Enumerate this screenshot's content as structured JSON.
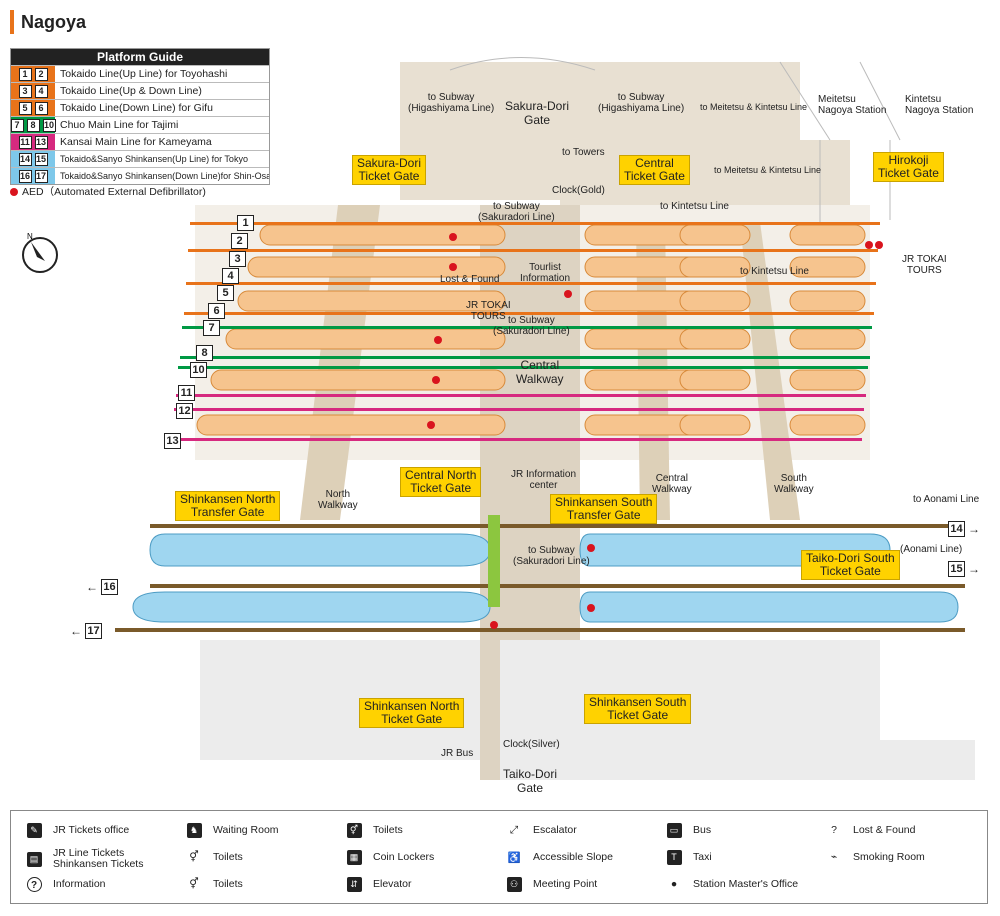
{
  "title": "Nagoya",
  "guide": {
    "header": "Platform Guide",
    "rows": [
      {
        "nums": [
          "1",
          "2"
        ],
        "color": "#e8731a",
        "text": "Tokaido Line(Up Line) for Toyohashi"
      },
      {
        "nums": [
          "3",
          "4"
        ],
        "color": "#e8731a",
        "text": "Tokaido Line(Up & Down Line)"
      },
      {
        "nums": [
          "5",
          "6"
        ],
        "color": "#e8731a",
        "text": "Tokaido Line(Down Line) for Gifu"
      },
      {
        "nums": [
          "7",
          "8",
          "10"
        ],
        "color": "#009944",
        "text": "Chuo Main Line for Tajimi"
      },
      {
        "nums": [
          "11",
          "13"
        ],
        "color": "#d6297f",
        "text": "Kansai Main Line for Kameyama"
      },
      {
        "nums": [
          "14",
          "15"
        ],
        "color": "#7ec8ea",
        "text": "Tokaido&Sanyo Shinkansen(Up Line) for Tokyo"
      },
      {
        "nums": [
          "16",
          "17"
        ],
        "color": "#7ec8ea",
        "text": "Tokaido&Sanyo Shinkansen(Down Line)for Shin-Osaka"
      }
    ],
    "aed": "AED（Automated External Defibrillator)"
  },
  "gates": {
    "sakura": "Sakura-Dori\nTicket Gate",
    "central": "Central\nTicket Gate",
    "hirokoji": "Hirokoji\nTicket Gate",
    "central_north": "Central North\nTicket Gate",
    "shin_north_transfer": "Shinkansen North\nTransfer Gate",
    "shin_south_transfer": "Shinkansen South\nTransfer Gate",
    "taiko_south": "Taiko-Dori South\nTicket Gate",
    "shin_north": "Shinkansen North\nTicket Gate",
    "shin_south": "Shinkansen South\nTicket Gate"
  },
  "labels": {
    "sakura_gate": "Sakura-Dori\nGate",
    "subway_higashi_l": "to Subway\n(Higashiyama Line)",
    "subway_higashi_r": "to Subway\n(Higashiyama Line)",
    "meitetsu_kintetsu_top": "to Meitetsu & Kintetsu Line",
    "meitetsu_station": "Meitetsu\nNagoya Station",
    "kintetsu_station": "Kintetsu\nNagoya Station",
    "to_towers": "to Towers",
    "clock_gold": "Clock(Gold)",
    "meitetsu_kintetsu_mid": "to Meitetsu & Kintetsu Line",
    "to_kintetsu": "to Kintetsu Line",
    "subway_sakuradori_top": "to Subway\n(Sakuradori Line)",
    "tourist_info": "Tourlist\nInformation",
    "lost_found": "Lost & Found",
    "jr_tokai_tours_c": "JR TOKAI\nTOURS",
    "jr_tokai_tours_r": "JR TOKAI\nTOURS",
    "to_kintetsu_line": "to Kintetsu Line",
    "subway_sakuradori_mid": "to Subway\n(Sakuradori Line)",
    "central_walkway": "Central\nWalkway",
    "north_walkway": "North\nWalkway",
    "central_walkway_r": "Central\nWalkway",
    "south_walkway": "South\nWalkway",
    "jr_info_center": "JR Information\ncenter",
    "to_aonami": "to Aonami Line",
    "aonami": "(Aonami Line)",
    "subway_sakuradori_low": "to Subway\n(Sakuradori Line)",
    "clock_silver": "Clock(Silver)",
    "jr_bus": "JR Bus",
    "taiko_gate": "Taiko-Dori\nGate"
  },
  "platform_numbers": [
    "1",
    "2",
    "3",
    "4",
    "5",
    "6",
    "7",
    "8",
    "10",
    "11",
    "12",
    "13",
    "14",
    "15",
    "16",
    "17"
  ],
  "legend": [
    {
      "icon": "jr-tickets-office-icon",
      "label": "JR Tickets office"
    },
    {
      "icon": "waiting-room-icon",
      "label": "Waiting Room"
    },
    {
      "icon": "toilets-icon",
      "label": "Toilets"
    },
    {
      "icon": "escalator-icon",
      "label": "Escalator"
    },
    {
      "icon": "bus-icon",
      "label": "Bus"
    },
    {
      "icon": "lost-found-icon",
      "label": "Lost & Found"
    },
    {
      "icon": "jr-line-tickets-icon",
      "label": "JR Line Tickets\nShinkansen Tickets"
    },
    {
      "icon": "toilets-colored-icon",
      "label": "Toilets"
    },
    {
      "icon": "coin-lockers-icon",
      "label": "Coin Lockers"
    },
    {
      "icon": "accessible-slope-icon",
      "label": "Accessible Slope"
    },
    {
      "icon": "taxi-icon",
      "label": "Taxi"
    },
    {
      "icon": "smoking-room-icon",
      "label": "Smoking Room"
    },
    {
      "icon": "information-icon",
      "label": "Information"
    },
    {
      "icon": "toilets-accessible-icon",
      "label": "Toilets"
    },
    {
      "icon": "elevator-icon",
      "label": "Elevator"
    },
    {
      "icon": "meeting-point-icon",
      "label": "Meeting Point"
    },
    {
      "icon": "station-master-icon",
      "label": "Station Master's Office"
    }
  ],
  "colors": {
    "tokaido": "#e8731a",
    "chuo": "#009944",
    "kansai": "#d6297f",
    "shinkansen": "#7ec8ea",
    "shinkansen_track": "#7a5a2a",
    "gate": "#ffd200",
    "concourse": "#e6dccb",
    "platform": "#f6c48e"
  }
}
